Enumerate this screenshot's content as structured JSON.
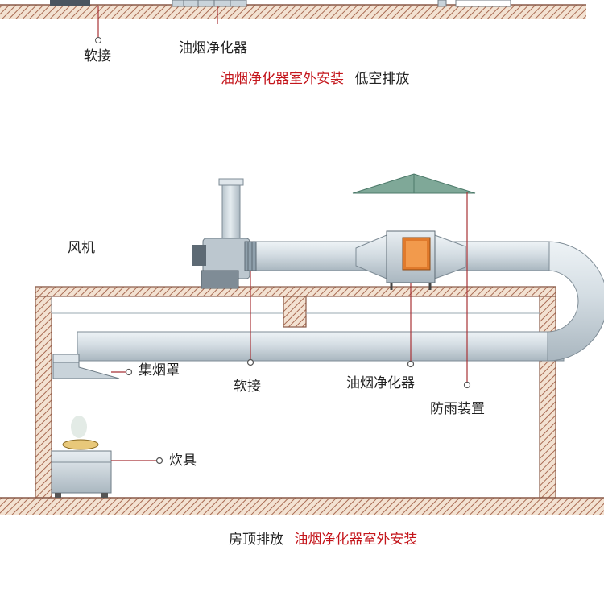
{
  "top_panel": {
    "labels": {
      "soft_joint": "软接",
      "purifier": "油烟净化器"
    },
    "caption": {
      "highlight": "油烟净化器室外安装",
      "rest": "低空排放"
    }
  },
  "bottom_panel": {
    "labels": {
      "fan": "风机",
      "hood": "集烟罩",
      "soft_joint": "软接",
      "purifier": "油烟净化器",
      "rain_cover": "防雨装置",
      "stove": "炊具"
    },
    "caption": {
      "plain": "房顶排放",
      "highlight": "油烟净化器室外安装"
    }
  },
  "colors": {
    "caption_red": "#c4161c",
    "pointer_line": "#a83236",
    "duct": "#cfd9e0",
    "wall_hatch": "#b07a66",
    "rain_cover": "#7fa898",
    "purifier_door": "#e07a2c"
  }
}
